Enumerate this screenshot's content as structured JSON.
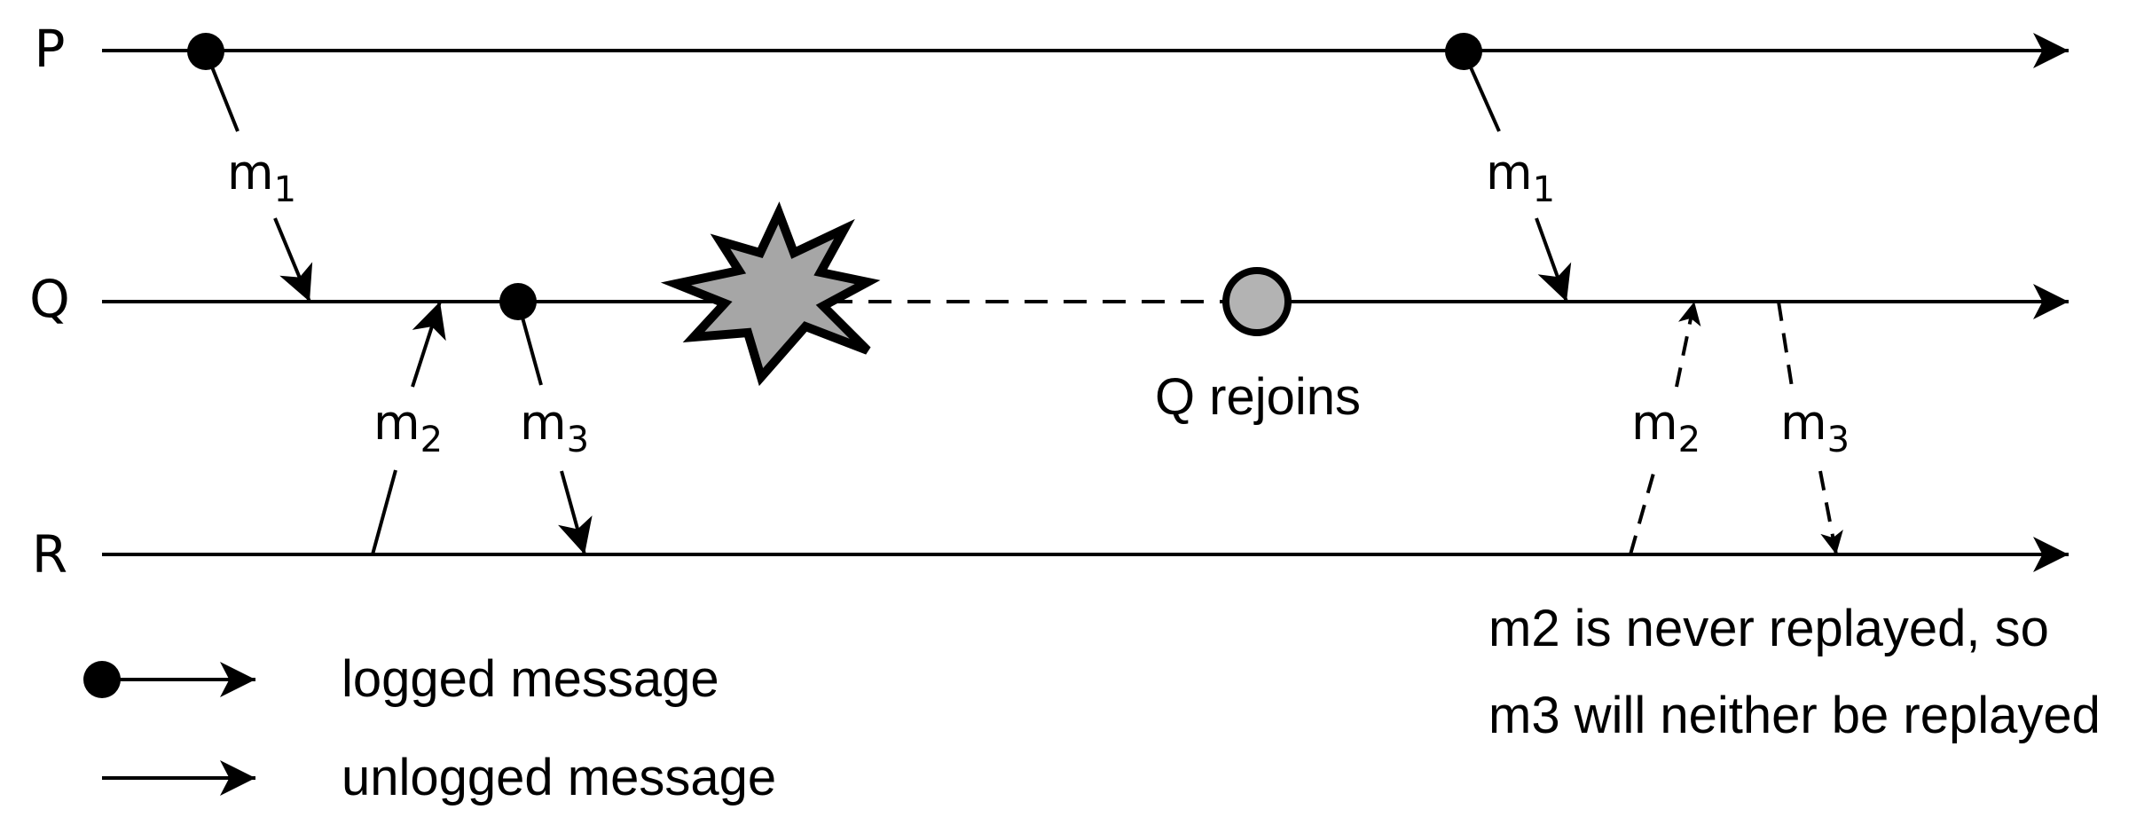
{
  "processes": [
    {
      "id": "P",
      "label": "P"
    },
    {
      "id": "Q",
      "label": "Q"
    },
    {
      "id": "R",
      "label": "R"
    }
  ],
  "messages": [
    {
      "id": "p-q-m1-first",
      "name": "m",
      "sub": "1",
      "logged": true
    },
    {
      "id": "r-q-m2-first",
      "name": "m",
      "sub": "2",
      "logged": false
    },
    {
      "id": "q-r-m3-first",
      "name": "m",
      "sub": "3",
      "logged": true
    },
    {
      "id": "p-q-m1-replay",
      "name": "m",
      "sub": "1",
      "logged": true
    },
    {
      "id": "r-q-m2-replay",
      "name": "m",
      "sub": "2",
      "logged": false,
      "dashed": true
    },
    {
      "id": "q-r-m3-replay",
      "name": "m",
      "sub": "3",
      "logged": true,
      "dashed": true
    }
  ],
  "events": {
    "crash": "crash-icon",
    "rejoin_label": "Q rejoins"
  },
  "note": {
    "line1": "m2 is never replayed, so",
    "line2": "m3 will neither be replayed"
  },
  "legend": {
    "logged": "logged message",
    "unlogged": "unlogged message"
  },
  "colors": {
    "ink": "#000000",
    "crash_fill": "#a6a6a6",
    "rejoin_fill": "#b3b3b3"
  }
}
